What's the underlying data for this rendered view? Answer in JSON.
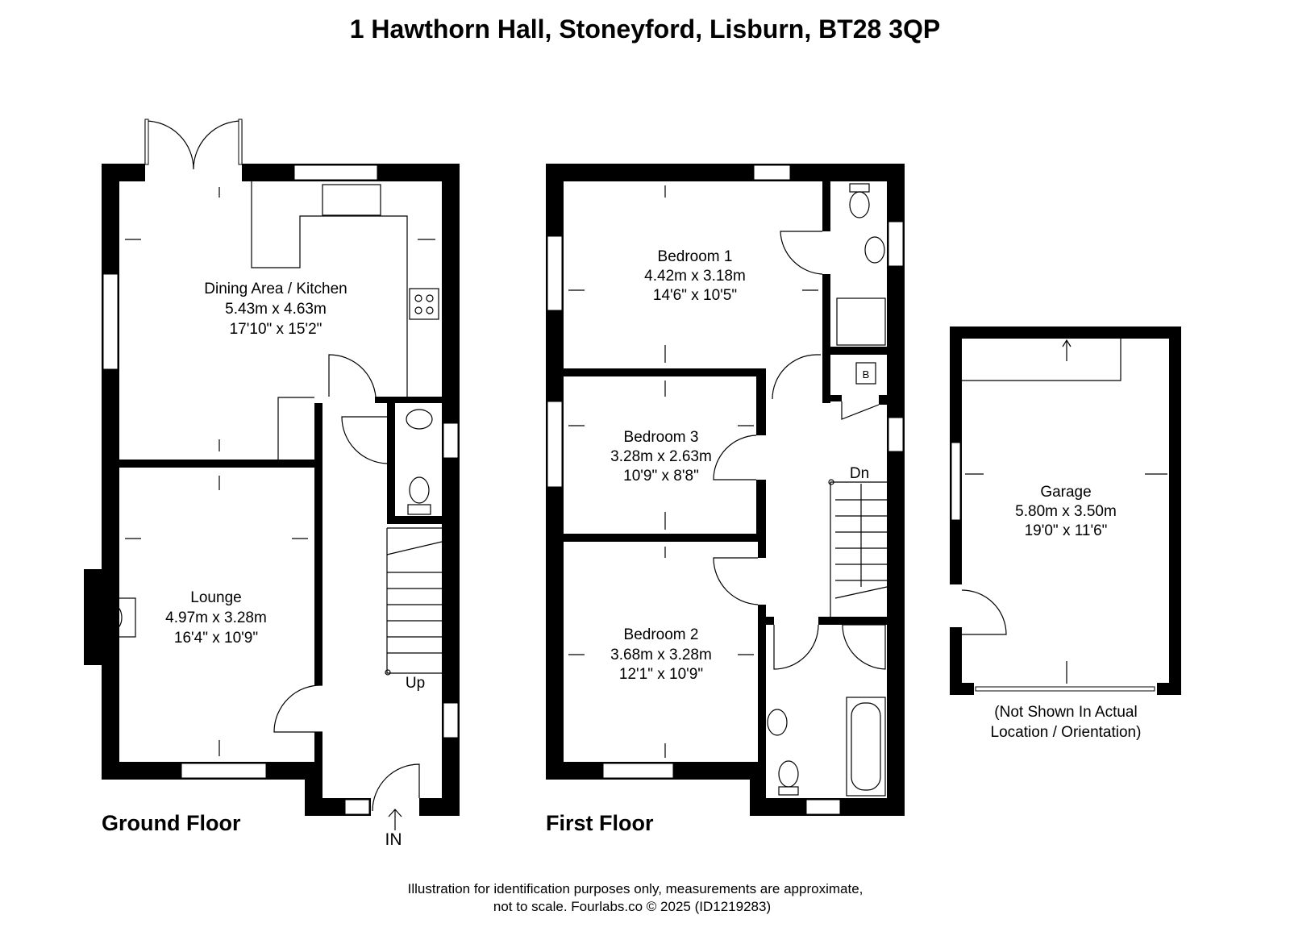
{
  "title": "1 Hawthorn Hall, Stoneyford, Lisburn, BT28 3QP",
  "floors": {
    "ground": {
      "label": "Ground Floor",
      "rooms": [
        {
          "name": "Dining Area / Kitchen",
          "metric": "5.43m x 4.63m",
          "imperial": "17'10\" x 15'2\""
        },
        {
          "name": "Lounge",
          "metric": "4.97m x 3.28m",
          "imperial": "16'4\" x 10'9\""
        }
      ],
      "stair_label": "Up",
      "entrance_label": "IN"
    },
    "first": {
      "label": "First Floor",
      "rooms": [
        {
          "name": "Bedroom 1",
          "metric": "4.42m x 3.18m",
          "imperial": "14'6\" x 10'5\""
        },
        {
          "name": "Bedroom 3",
          "metric": "3.28m x 2.63m",
          "imperial": "10'9\" x 8'8\""
        },
        {
          "name": "Bedroom 2",
          "metric": "3.68m x 3.28m",
          "imperial": "12'1\" x 10'9\""
        }
      ],
      "stair_label": "Dn",
      "boiler_label": "B"
    },
    "garage": {
      "name": "Garage",
      "metric": "5.80m x 3.50m",
      "imperial": "19'0\" x 11'6\"",
      "note_line1": "(Not Shown In Actual",
      "note_line2": "Location / Orientation)"
    }
  },
  "footer": {
    "line1": "Illustration for identification purposes only, measurements are approximate,",
    "line2": "not to scale. Fourlabs.co © 2025 (ID1219283)"
  }
}
